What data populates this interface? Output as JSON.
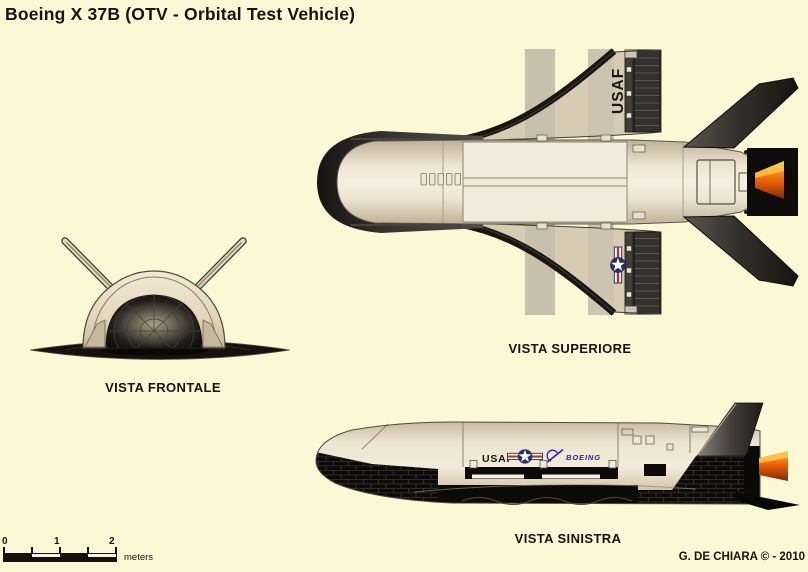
{
  "title": "Boeing X 37B (OTV - Orbital Test Vehicle)",
  "views": {
    "top": {
      "label": "VISTA SUPERIORE",
      "wing_text": "USAF"
    },
    "front": {
      "label": "VISTA FRONTALE"
    },
    "side": {
      "label": "VISTA SINISTRA",
      "usaf_text": "USAF",
      "boeing_text": "BOEING"
    }
  },
  "scale_bar": {
    "tick_labels": [
      "0",
      "1",
      "2"
    ],
    "unit_label": "meters"
  },
  "credit": "G. DE CHIARA © - 2010",
  "colors": {
    "background": "#FBF8D6",
    "text": "#15140F",
    "airframe_cream": "#EFE6D4",
    "airframe_tan": "#D7CBB4",
    "thermal_black": "#0C0B09",
    "edge_gray": "#4B4944",
    "nozzle_orange": "#F0670D",
    "roundel_navy": "#26306B",
    "boeing_blue": "#2525A8"
  }
}
